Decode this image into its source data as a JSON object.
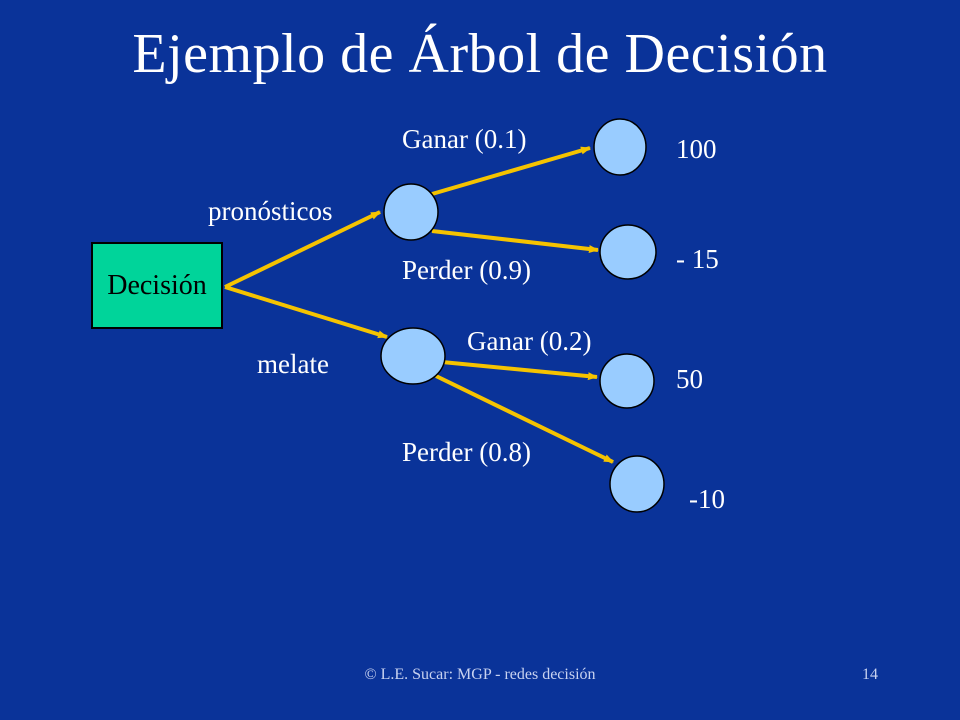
{
  "colors": {
    "background": "#0a3399",
    "text": "#ffffff",
    "edge": "#f5c300",
    "decision_fill": "#00d49a",
    "chance_fill": "#99ccff",
    "footer_text": "#c8d2f0"
  },
  "slide": {
    "title": "Ejemplo de Árbol de Decisión",
    "footer_left": "© L.E. Sucar: MGP - redes decisión",
    "page_number": "14"
  },
  "tree": {
    "decision": "Decisión",
    "options": [
      {
        "label": "pronósticos",
        "branches": [
          {
            "label": "Ganar (0.1)",
            "value": "100"
          },
          {
            "label": "Perder (0.9)",
            "value": "- 15"
          }
        ]
      },
      {
        "label": "melate",
        "branches": [
          {
            "label": "Ganar (0.2)",
            "value": "50"
          },
          {
            "label": "Perder (0.8)",
            "value": "-10"
          }
        ]
      }
    ]
  }
}
